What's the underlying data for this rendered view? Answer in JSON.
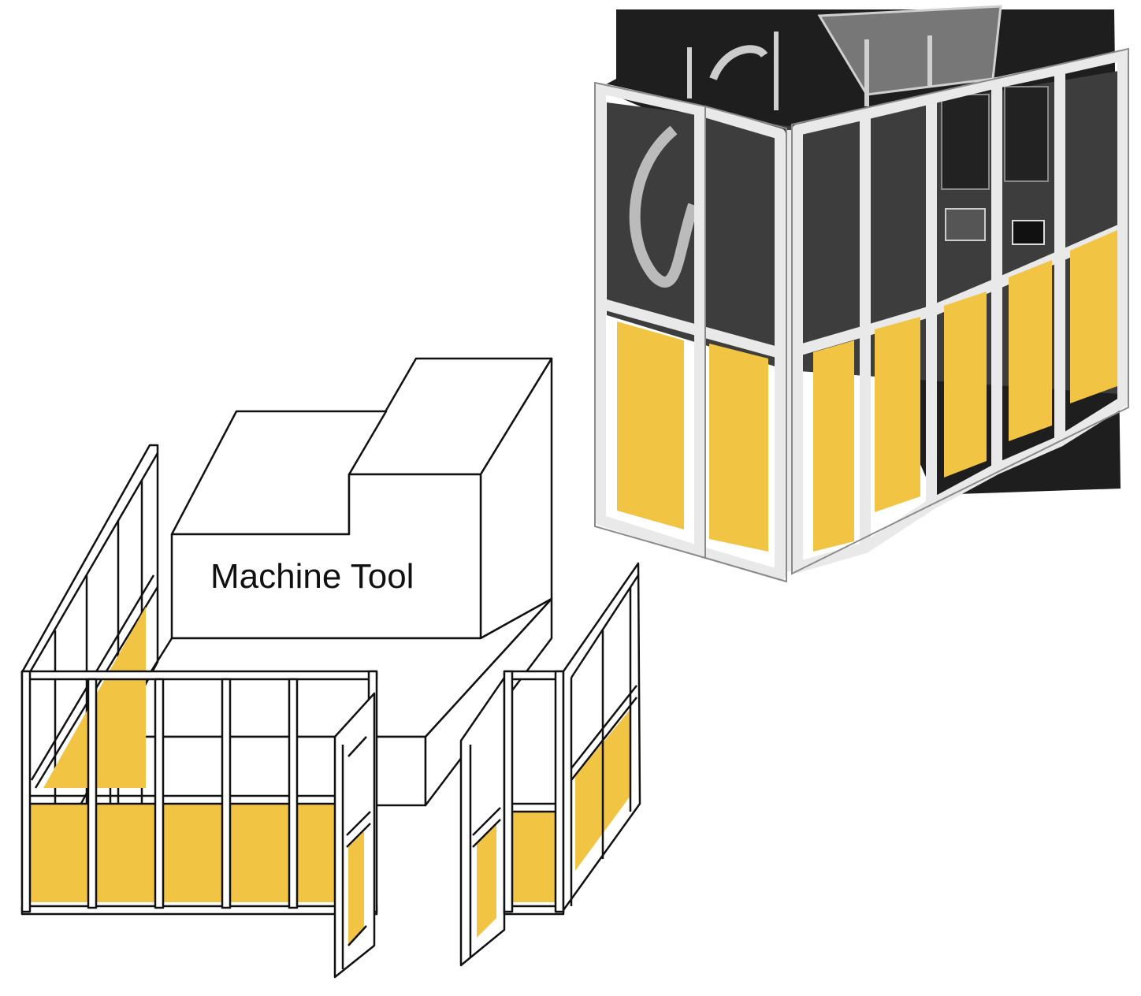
{
  "labels": {
    "machine": "Machine Tool"
  },
  "colors": {
    "panel_fill": "#F2C443",
    "frame_stroke": "#111111",
    "frame_fill": "#ffffff",
    "photo_background": "#1e1e1e",
    "photo_interior": "#3a3a3a",
    "photo_frame": "#e9e9e9"
  },
  "figures": {
    "drawing": "machine-guard-line-drawing",
    "photo": "machine-guard-enclosure-photo"
  }
}
